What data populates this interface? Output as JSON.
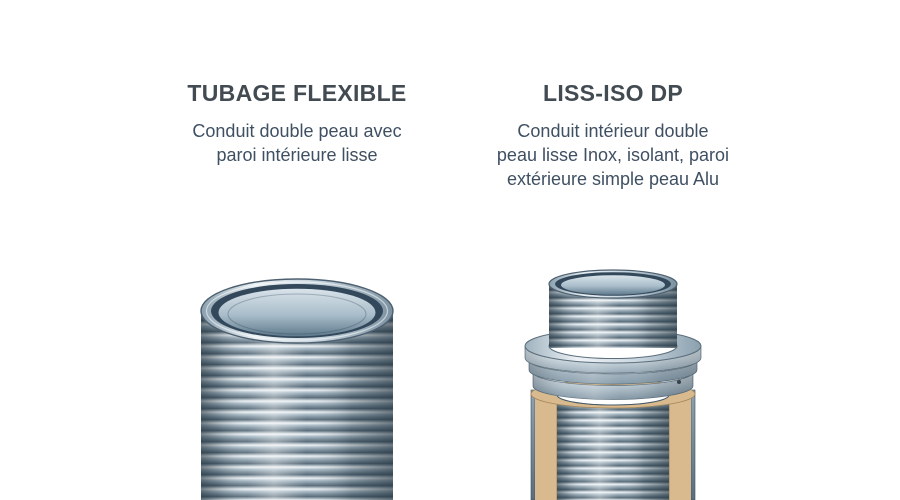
{
  "page": {
    "background": "#ffffff"
  },
  "products": [
    {
      "title": "TUBAGE FLEXIBLE",
      "description": "Conduit double peau avec paroi intérieure lisse",
      "desc_lines": [
        "Conduit double peau avec",
        "paroi intérieure lisse"
      ],
      "illustration": "flexible-corrugated-liner"
    },
    {
      "title": "LISS-ISO DP",
      "description": "Conduit intérieur double peau lisse Inox, isolant, paroi extérieure simple peau Alu",
      "desc_lines": [
        "Conduit intérieur double",
        "peau lisse Inox, isolant, paroi",
        "extérieure simple peau Alu"
      ],
      "illustration": "insulated-double-wall-duct"
    }
  ],
  "colors": {
    "title_text": "#424a52",
    "description_text": "#3f5063",
    "steel_light": "#eef3f6",
    "steel_mid": "#9db0bd",
    "steel_dark": "#4e6170",
    "interior_dark": "#33495b",
    "insulation_tan": "#d9ba8e"
  }
}
